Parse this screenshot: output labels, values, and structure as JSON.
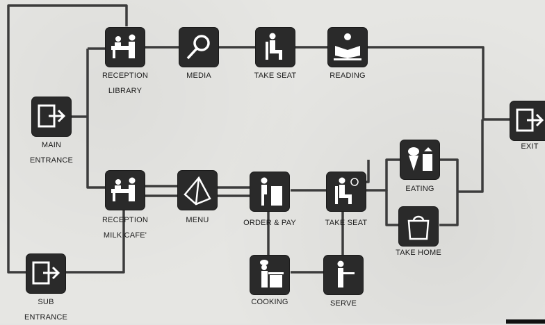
{
  "diagram": {
    "nodes": {
      "main_entrance": {
        "label1": "MAIN",
        "label2": "ENTRANCE"
      },
      "sub_entrance": {
        "label1": "SUB",
        "label2": "ENTRANCE"
      },
      "reception_library": {
        "label1": "RECEPTION",
        "label2": "LIBRARY"
      },
      "media": {
        "label1": "MEDIA"
      },
      "take_seat_top": {
        "label1": "TAKE SEAT"
      },
      "reading": {
        "label1": "READING"
      },
      "reception_milk_cafe": {
        "label1": "RECEPTION",
        "label2": "MILK CAFE'"
      },
      "menu": {
        "label1": "MENU"
      },
      "order_pay": {
        "label1": "ORDER & PAY"
      },
      "take_seat_bottom": {
        "label1": "TAKE SEAT"
      },
      "eating": {
        "label1": "EATING"
      },
      "take_home": {
        "label1": "TAKE HOME"
      },
      "cooking": {
        "label1": "COOKING"
      },
      "serve": {
        "label1": "SERVE"
      },
      "exit": {
        "label1": "EXIT"
      }
    },
    "icons": {
      "main_entrance": "enter-icon",
      "sub_entrance": "enter-icon",
      "reception_library": "reception-desk-icon",
      "media": "magnifier-icon",
      "take_seat_top": "seated-person-icon",
      "reading": "reading-person-icon",
      "reception_milk_cafe": "reception-desk-icon",
      "menu": "menu-card-icon",
      "order_pay": "counter-person-icon",
      "take_seat_bottom": "seated-person-icon",
      "eating": "dessert-drink-icon",
      "take_home": "shopping-bag-icon",
      "cooking": "chef-icon",
      "serve": "waiter-icon",
      "exit": "exit-icon"
    },
    "colors": {
      "node": "#2a2a2a",
      "line": "#3c3c3c",
      "paper": "#e6e6e3"
    }
  }
}
